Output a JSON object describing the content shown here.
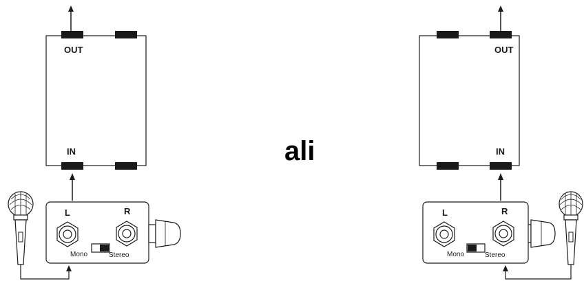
{
  "center_word": "ali",
  "left_setup": {
    "box_out_label": "OUT",
    "box_in_label": "IN",
    "di_left_jack_label": "L",
    "di_right_jack_label": "R",
    "switch_left_label": "Mono",
    "switch_right_label": "Stereo"
  },
  "right_setup": {
    "box_out_label": "OUT",
    "box_in_label": "IN",
    "di_left_jack_label": "L",
    "di_right_jack_label": "R",
    "switch_left_label": "Mono",
    "switch_right_label": "Stereo"
  },
  "colors": {
    "line": "#1a1a1a",
    "connector": "#1a1a1a",
    "background": "#ffffff"
  },
  "icons": [
    "microphone-icon",
    "arrow-up-icon",
    "jack-socket-icon",
    "toggle-switch-icon",
    "knob-icon"
  ]
}
